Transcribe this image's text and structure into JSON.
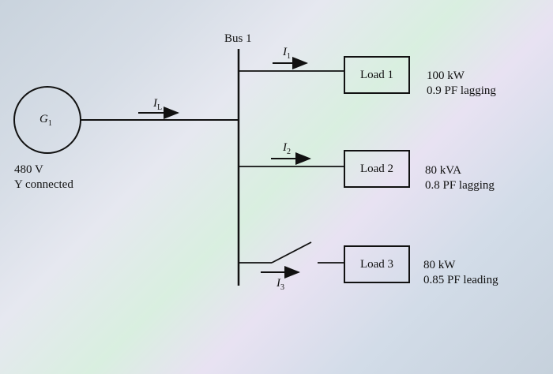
{
  "bus_label": "Bus 1",
  "generator": {
    "symbol": "G",
    "subscript": "1",
    "voltage": "480 V",
    "connection": "Y connected"
  },
  "currents": {
    "line": {
      "symbol": "I",
      "subscript": "L"
    },
    "i1": {
      "symbol": "I",
      "subscript": "1"
    },
    "i2": {
      "symbol": "I",
      "subscript": "2"
    },
    "i3": {
      "symbol": "I",
      "subscript": "3"
    }
  },
  "loads": [
    {
      "name": "Load 1",
      "rating": "100 kW",
      "pf": "0.9 PF lagging"
    },
    {
      "name": "Load 2",
      "rating": "80 kVA",
      "pf": "0.8 PF lagging"
    },
    {
      "name": "Load 3",
      "rating": "80 kW",
      "pf": "0.85 PF leading"
    }
  ]
}
